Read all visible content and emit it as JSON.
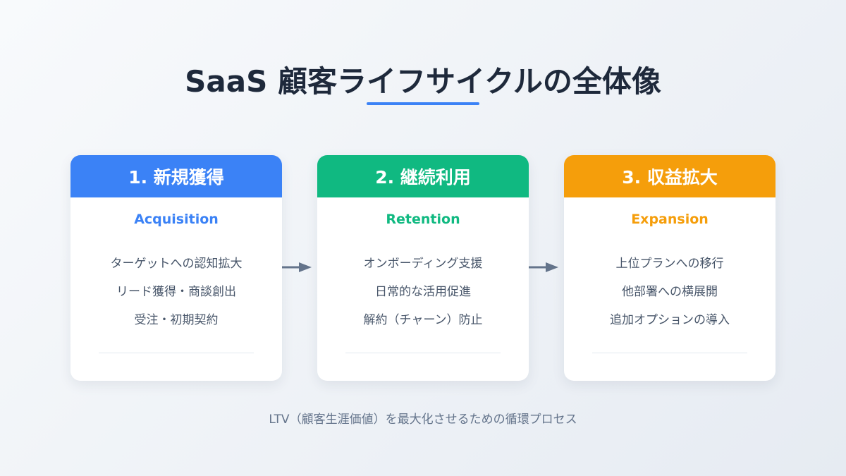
{
  "title": "SaaS 顧客ライフサイクルの全体像",
  "colors": {
    "accent": "#3b82f6",
    "acquisition": "#3b82f6",
    "retention": "#10b981",
    "expansion": "#f59e0b",
    "arrow": "#64748b"
  },
  "cards": [
    {
      "heading": "1. 新規獲得",
      "subtitle": "Acquisition",
      "items": [
        "ターゲットへの認知拡大",
        "リード獲得・商談創出",
        "受注・初期契約"
      ]
    },
    {
      "heading": "2. 継続利用",
      "subtitle": "Retention",
      "items": [
        "オンボーディング支援",
        "日常的な活用促進",
        "解約（チャーン）防止"
      ]
    },
    {
      "heading": "3. 収益拡大",
      "subtitle": "Expansion",
      "items": [
        "上位プランへの移行",
        "他部署への横展開",
        "追加オプションの導入"
      ]
    }
  ],
  "footer": "LTV（顧客生涯価値）を最大化させるための循環プロセス"
}
